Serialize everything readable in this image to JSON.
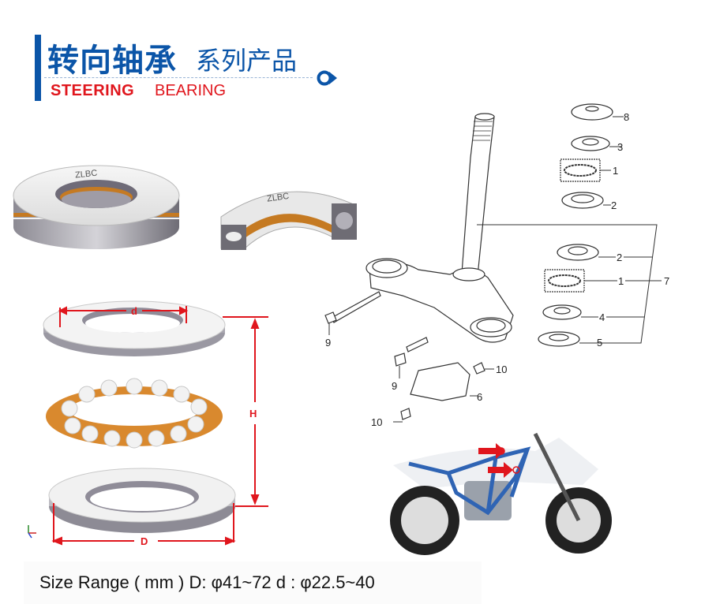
{
  "header": {
    "title_cn_bold": "转向轴承",
    "title_cn_light": "系列产品",
    "title_en_bold": "STEERING",
    "title_en_light": "BEARING",
    "accent_blue": "#0b55a8",
    "accent_red": "#e0161d",
    "icon": "circle-arrow-right-icon"
  },
  "bearing_images": {
    "brand_mark": "ZLBC",
    "cutaway_brand_mark": "ZLBC"
  },
  "dimension_diagram": {
    "inner_diameter_label": "d",
    "height_label": "H",
    "outer_diameter_label": "D",
    "cage_color": "#d9892e",
    "dimension_color": "#e0161d"
  },
  "parts_diagram": {
    "callouts": [
      {
        "number": "8"
      },
      {
        "number": "3"
      },
      {
        "number": "1"
      },
      {
        "number": "2"
      },
      {
        "number": "2"
      },
      {
        "number": "1"
      },
      {
        "number": "7"
      },
      {
        "number": "4"
      },
      {
        "number": "5"
      },
      {
        "number": "9"
      },
      {
        "number": "9"
      },
      {
        "number": "10"
      },
      {
        "number": "6"
      },
      {
        "number": "10"
      }
    ]
  },
  "motorcycle": {
    "frame_color": "#2f64b4",
    "marker_color": "#e0161d"
  },
  "footer": {
    "size_range_text": "Size Range ( mm )  D: φ41~72  d : φ22.5~40"
  }
}
